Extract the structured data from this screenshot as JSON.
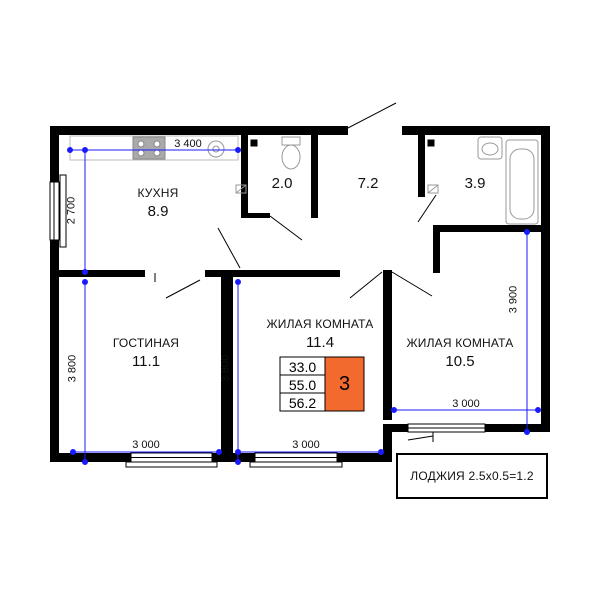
{
  "rooms": {
    "kitchen": {
      "name": "КУХНЯ",
      "area": "8.9"
    },
    "bathroom": {
      "area": "2.0"
    },
    "hall": {
      "area": "7.2"
    },
    "bath2": {
      "area": "3.9"
    },
    "living": {
      "name": "ГОСТИНАЯ",
      "area": "11.1"
    },
    "bedroom1": {
      "name": "ЖИЛАЯ КОМНАТА",
      "area": "11.4"
    },
    "bedroom2": {
      "name": "ЖИЛАЯ КОМНАТА",
      "area": "10.5"
    },
    "loggia": {
      "label": "ЛОДЖИЯ 2.5х0.5=1.2"
    }
  },
  "dimensions": {
    "kitchen_width": "3 400",
    "kitchen_height": "2 700",
    "living_height": "3 800",
    "living_width": "3 000",
    "bedroom1_height": "3 800",
    "bedroom1_width": "3 000",
    "bedroom2_height": "3 900",
    "bedroom2_width": "3 000"
  },
  "summary": {
    "living_area": "33.0",
    "total_area": "55.0",
    "total_with_loggia": "56.2",
    "rooms_count": "3",
    "badge_color": "#f26a2d"
  },
  "colors": {
    "wall": "#000000",
    "dimension_line": "#1a1aff"
  }
}
